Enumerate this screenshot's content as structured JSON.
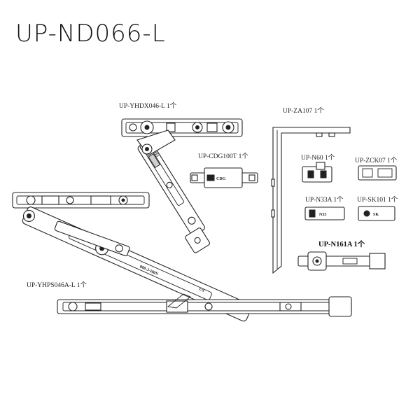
{
  "model": "UP-ND066-L",
  "parts": {
    "yhdx": "UP-YHDX046-L 1个",
    "za107": "UP-ZA107 1个",
    "cdg": "UP-CDG100T 1个",
    "n60": "UP-N60 1个",
    "zck07": "UP-ZCK07 1个",
    "n33a": "UP-N33A 1个",
    "sk101": "UP-SK101 1个",
    "n161a": "UP-N161A 1个",
    "yhps": "UP-YHPS046A-L 1个"
  }
}
